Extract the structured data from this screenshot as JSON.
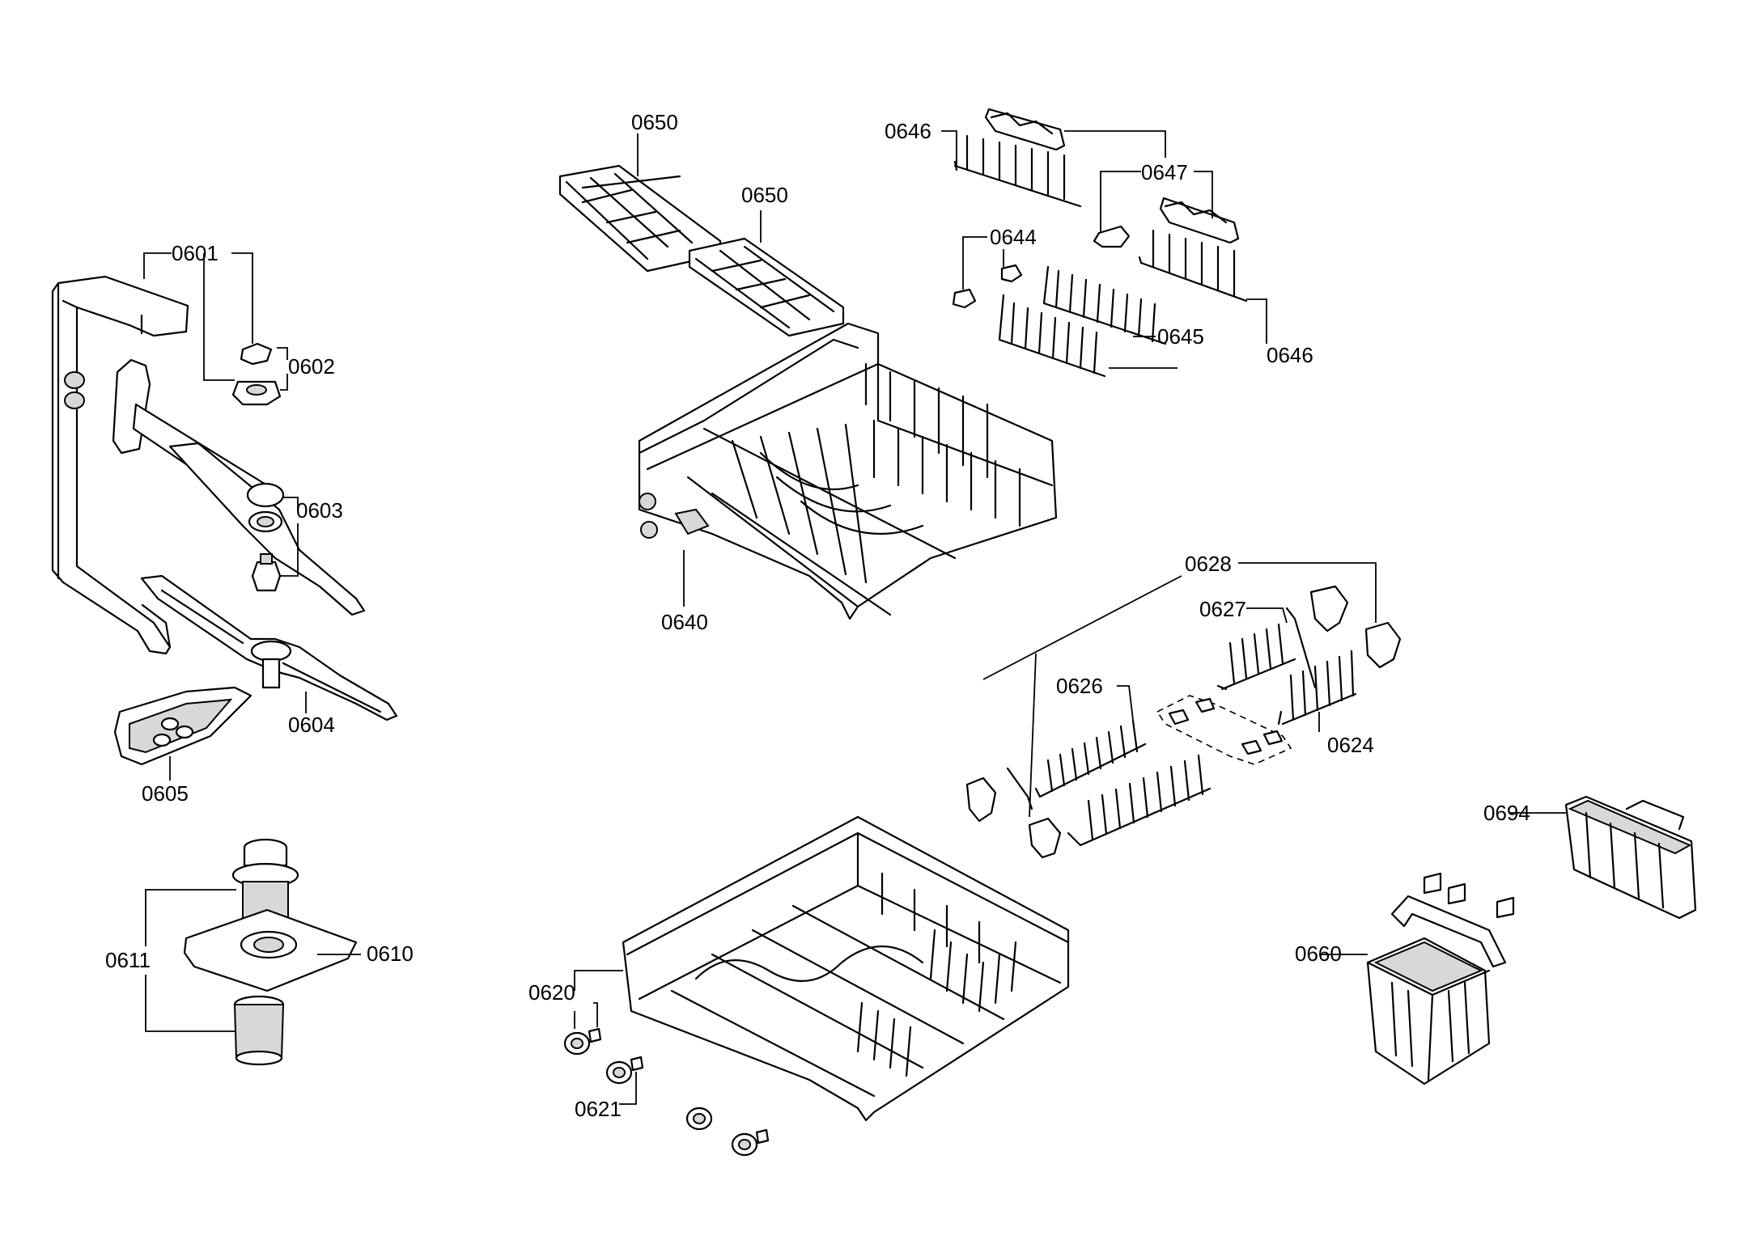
{
  "labels": {
    "l0601": "0601",
    "l0602": "0602",
    "l0603": "0603",
    "l0604": "0604",
    "l0605": "0605",
    "l0610": "0610",
    "l0611": "0611",
    "l0620": "0620",
    "l0621": "0621",
    "l0624": "0624",
    "l0626": "0626",
    "l0627": "0627",
    "l0628": "0628",
    "l0640": "0640",
    "l0644": "0644",
    "l0645": "0645",
    "l0646a": "0646",
    "l0646b": "0646",
    "l0647": "0647",
    "l0650a": "0650",
    "l0650b": "0650",
    "l0660": "0660",
    "l0694": "0694"
  }
}
